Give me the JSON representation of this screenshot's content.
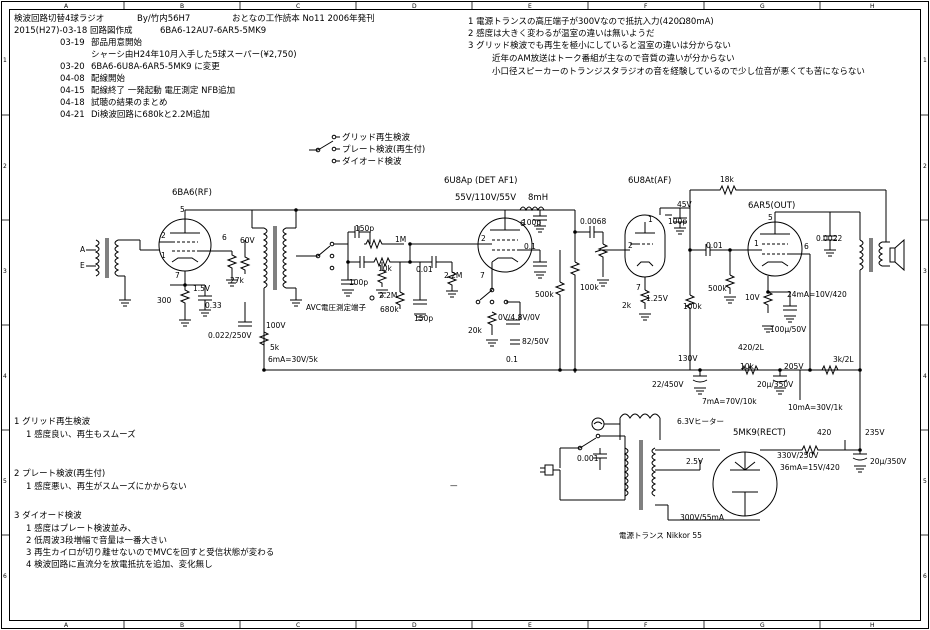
{
  "header": {
    "title": "検波回路切替4球ラジオ",
    "author": "By/竹内56H7",
    "book": "おとなの工作読本 No11 2006年発刊",
    "date_line": "2015(H27)-03-18 回路図作成",
    "tubes_line": "6BA6-12AU7-6AR5-5MK9",
    "log": [
      {
        "date": "03-19",
        "text": "部品用意開始"
      },
      {
        "date": "",
        "text": "シャーシ由H24年10月入手した5球スーパー(¥2,750)"
      },
      {
        "date": "03-20",
        "text": "6BA6-6U8A-6AR5-5MK9 に変更"
      },
      {
        "date": "04-08",
        "text": "配線開始"
      },
      {
        "date": "04-15",
        "text": "配線終了 一発起動 電圧測定 NFB追加"
      },
      {
        "date": "04-18",
        "text": "試聴の結果のまとめ"
      },
      {
        "date": "04-21",
        "text": "Di検波回路に680kと2.2M追加"
      }
    ]
  },
  "notes_top": [
    "1 電源トランスの高圧端子が300Vなので抵抗入力(420Ω80mA)",
    "2 感度は大きく変わるが温室の違いは無いようだ",
    "3 グリッド検波でも再生を極小にしていると温室の違いは分からない",
    "近年のAM放送はトーク番組が主なので音質の違いが分からない",
    "小口径スピーカーのトランジスタラジオの音を経験しているので少し位音が悪くても苦にならない"
  ],
  "switch_labels": [
    "グリッド再生検波",
    "プレート検波(再生付)",
    "ダイオード検波"
  ],
  "notes_bottom": [
    {
      "heading": "1 グリッド再生検波",
      "items": [
        "1 感度良い、再生もスムーズ"
      ]
    },
    {
      "heading": "2 プレート検波(再生付)",
      "items": [
        "1 感度悪い、再生がスムーズにかからない"
      ]
    },
    {
      "heading": "3 ダイオード検波",
      "items": [
        "1 感度はプレート検波並み、",
        "2 低周波3段増幅で音量は一番大きい",
        "3 再生カイロが切り離せないのでMVCを回すと受信状態が変わる",
        "4 検波回路に直流分を放電抵抗を追加、変化無し"
      ]
    }
  ],
  "labels": {
    "v1": "6BA6(RF)",
    "v2": "6U8Ap (DET AF1)",
    "v3": "6U8At(AF)",
    "v4": "6AR5(OUT)",
    "v5": "5MK9(RECT)",
    "v2_volts": "55V/110V/55V",
    "choke": "8mH",
    "avc": "AVC電圧測定端子",
    "heater": "6.3Vヒーター",
    "ptrans": "電源トランス Nikkor 55",
    "pt_ac": "300V/55mA",
    "rect_v": "330V/250V",
    "rect_i": "36mA=15V/420",
    "v235": "235V",
    "c_20u_350": "20μ/350V",
    "r_420": "420",
    "fil": "2.5V",
    "c0001": "0.001",
    "v_130": "130V",
    "c_22_450": "22/450V",
    "i_7ma": "7mA=70V/10k",
    "r_10k": "10k",
    "c_20u_350b": "20μ/350V",
    "v_205": "205V",
    "r_3k2l": "3k/2L",
    "i_10ma": "10mA=30V/1k",
    "v_420_2l": "420/2L",
    "v_24ma": "24mA=10V/420",
    "v_10v": "10V",
    "c_100u": "100μ/50V",
    "r_18k": "18k",
    "v_45": "45V",
    "c_100p_a": "100p",
    "c_001": "0.01",
    "r_500k_b": "500k",
    "r_2k": "2k",
    "v_125": "1.25V",
    "r_100k_c": "100k",
    "c_00022": "0.0022",
    "c_0068": "0.0068",
    "r_100k_b": "100k",
    "r_500k_a": "500k",
    "c_100p_b": "100p",
    "c_01_b": "0.1",
    "v_0v": "0V/4.8V/0V",
    "c_82_50": "82/50V",
    "r_20k": "20k",
    "c_01_c": "0.1",
    "r_22m_a": "2.2M",
    "c_001_b": "0.01",
    "r_10k_b": "10k",
    "c_100p_c": "100p",
    "r_1m": "1M",
    "c_150p_a": "150p",
    "r_22m_b": "2.2M",
    "r_680k": "680k",
    "c_150p_b": "150p",
    "v_60": "60V",
    "r_27k": "27k",
    "v_15": "1.5V",
    "r_300": "300",
    "c_033": "0.33",
    "c_022_250": "0.022/250V",
    "v_100": "100V",
    "r_5k": "5k",
    "i_6ma": "6mA=30V/5k",
    "c_01_a": "0.1",
    "pin5": "5",
    "pin2": "2",
    "pin1": "1",
    "pin6": "6",
    "pin7": "7",
    "ant": "A",
    "gnd_e": "E",
    "dash": "—"
  },
  "frame": {
    "cols_top": [
      "A",
      "B",
      "C",
      "D",
      "E",
      "F",
      "G",
      "H"
    ],
    "rows_left": [
      "1",
      "2",
      "3",
      "4",
      "5",
      "6"
    ]
  }
}
